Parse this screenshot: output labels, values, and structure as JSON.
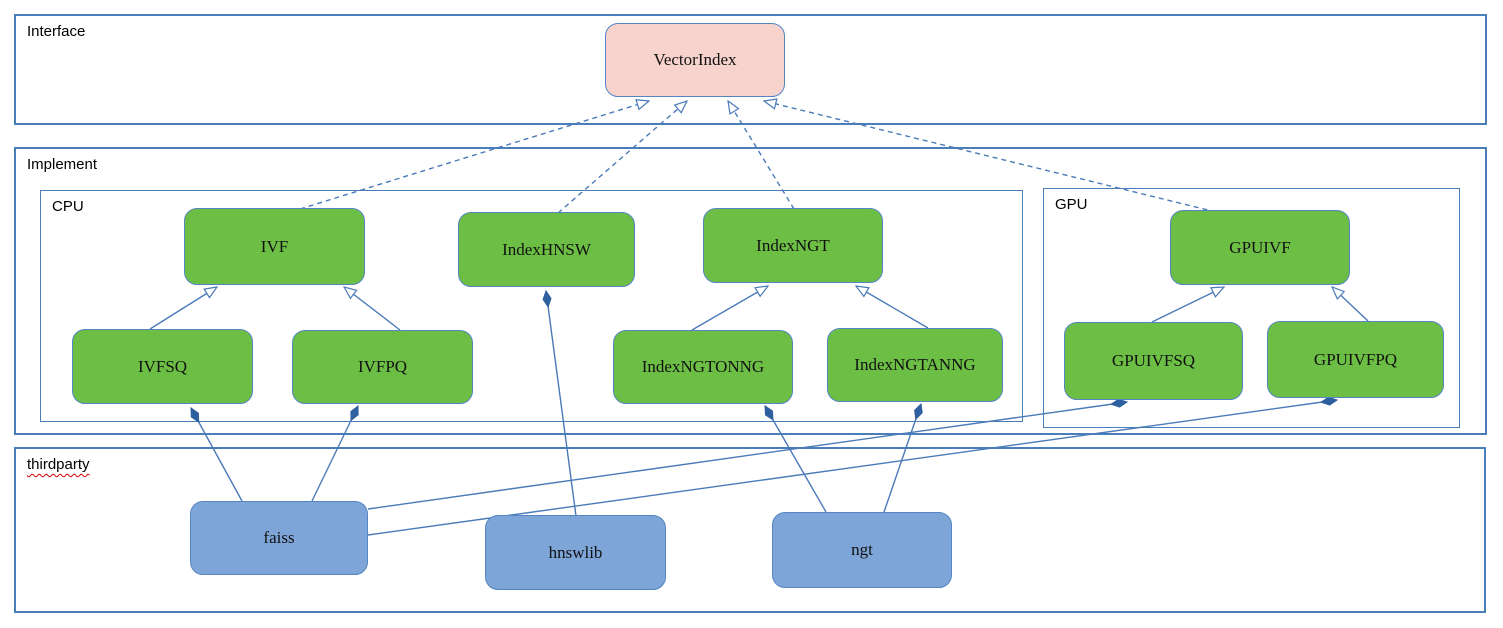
{
  "containers": {
    "interface": {
      "label": "Interface"
    },
    "implement": {
      "label": "Implement"
    },
    "cpu": {
      "label": "CPU"
    },
    "gpu": {
      "label": "GPU"
    },
    "thirdparty": {
      "label": "thirdparty"
    }
  },
  "nodes": {
    "vector_index": {
      "label": "VectorIndex",
      "category": "interface"
    },
    "ivf": {
      "label": "IVF",
      "category": "cpu-implementation"
    },
    "index_hnsw": {
      "label": "IndexHNSW",
      "category": "cpu-implementation"
    },
    "index_ngt": {
      "label": "IndexNGT",
      "category": "cpu-implementation"
    },
    "gpu_ivf": {
      "label": "GPUIVF",
      "category": "gpu-implementation"
    },
    "ivfsq": {
      "label": "IVFSQ",
      "category": "cpu-implementation"
    },
    "ivfpq": {
      "label": "IVFPQ",
      "category": "cpu-implementation"
    },
    "index_ngt_onng": {
      "label": "IndexNGTONNG",
      "category": "cpu-implementation"
    },
    "index_ngt_anng": {
      "label": "IndexNGTANNG",
      "category": "cpu-implementation"
    },
    "gpu_ivfsq": {
      "label": "GPUIVFSQ",
      "category": "gpu-implementation"
    },
    "gpu_ivfpq": {
      "label": "GPUIVFPQ",
      "category": "gpu-implementation"
    },
    "faiss": {
      "label": "faiss",
      "category": "thirdparty"
    },
    "hnswlib": {
      "label": "hnswlib",
      "category": "thirdparty"
    },
    "ngt": {
      "label": "ngt",
      "category": "thirdparty"
    }
  },
  "edges": [
    {
      "from": "ivf",
      "to": "vector_index",
      "type": "realization-dashed-hollow-arrow"
    },
    {
      "from": "index_hnsw",
      "to": "vector_index",
      "type": "realization-dashed-hollow-arrow"
    },
    {
      "from": "index_ngt",
      "to": "vector_index",
      "type": "realization-dashed-hollow-arrow"
    },
    {
      "from": "gpu_ivf",
      "to": "vector_index",
      "type": "realization-dashed-hollow-arrow"
    },
    {
      "from": "ivfsq",
      "to": "ivf",
      "type": "generalization-hollow-arrow"
    },
    {
      "from": "ivfpq",
      "to": "ivf",
      "type": "generalization-hollow-arrow"
    },
    {
      "from": "index_ngt_onng",
      "to": "index_ngt",
      "type": "generalization-hollow-arrow"
    },
    {
      "from": "index_ngt_anng",
      "to": "index_ngt",
      "type": "generalization-hollow-arrow"
    },
    {
      "from": "gpu_ivfsq",
      "to": "gpu_ivf",
      "type": "generalization-hollow-arrow"
    },
    {
      "from": "gpu_ivfpq",
      "to": "gpu_ivf",
      "type": "generalization-hollow-arrow"
    },
    {
      "from": "hnswlib",
      "to": "index_hnsw",
      "type": "composition-filled-diamond"
    },
    {
      "from": "faiss",
      "to": "ivfsq",
      "type": "composition-filled-diamond"
    },
    {
      "from": "faiss",
      "to": "ivfpq",
      "type": "composition-filled-diamond"
    },
    {
      "from": "ngt",
      "to": "index_ngt_onng",
      "type": "composition-filled-diamond"
    },
    {
      "from": "ngt",
      "to": "index_ngt_anng",
      "type": "composition-filled-diamond"
    },
    {
      "from": "faiss",
      "to": "gpu_ivfsq",
      "type": "composition-filled-diamond"
    },
    {
      "from": "faiss",
      "to": "gpu_ivfpq",
      "type": "composition-filled-diamond"
    }
  ],
  "colors": {
    "interface_node_fill": "#f8d2cc",
    "implementation_node_fill": "#6cbe45",
    "thirdparty_node_fill": "#7da5d8",
    "node_border": "#5585c2",
    "container_border": "#4a7ebb",
    "edge_line": "#4a7ab8",
    "diamond_fill": "#2e5f9e",
    "spellcheck_underline": "#d40000"
  }
}
